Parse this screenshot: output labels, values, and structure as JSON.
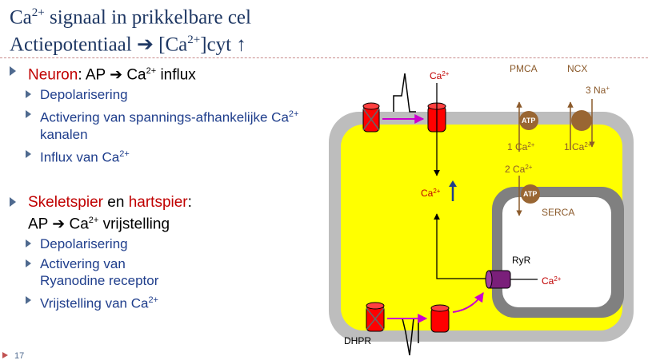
{
  "title": {
    "line1_prefix": "Ca",
    "line1_sup": "2+",
    "line1_suffix": " signaal in prikkelbare cel",
    "line2_prefix": "Actiepotentiaal ",
    "line2_arrow": "➔",
    "line2_mid": " [Ca",
    "line2_sup": "2+",
    "line2_suffix": "]cyt ↑"
  },
  "neuron": {
    "head": "Neuron",
    "colon_ap": ": AP ",
    "arrow": "➔",
    "ca": " Ca",
    "sup": "2+",
    "rest": " influx",
    "items": {
      "i0": "Depolarisering",
      "i1_text": "Activering van spannings-afhankelijke Ca",
      "i1_sup": "2+",
      "i1_rest": " kanalen",
      "i2_text": "Influx van Ca",
      "i2_sup": "2+"
    }
  },
  "muscle": {
    "head1": "Skeletspier",
    "and": " en ",
    "head2": "hartspier",
    "colon": ":",
    "ap": "AP ",
    "arrow": "➔",
    "ca": " Ca",
    "sup": "2+",
    "rest": " vrijstelling",
    "items": {
      "i0": "Depolarisering",
      "i1_a": "Activering van",
      "i1_b": "Ryanodine receptor",
      "i2_text": "Vrijstelling van Ca",
      "i2_sup": "2+"
    }
  },
  "diagram": {
    "ca_top": "Ca",
    "ca_top_sup": "2+",
    "ca_mid": "Ca",
    "ca_mid_sup": "2+",
    "ca_ryr": "Ca",
    "ca_ryr_sup": "2+",
    "pmca": "PMCA",
    "ncx": "NCX",
    "na": "3 Na",
    "na_sup": "+",
    "atp1": "ATP",
    "atp2": "ATP",
    "pmca_ca": "1 Ca",
    "pmca_ca_sup": "2+",
    "ncx_ca": "1 Ca",
    "ncx_ca_sup": "2+",
    "serca_ca": "2 Ca",
    "serca_ca_sup": "2+",
    "serca": "SERCA",
    "ryr": "RyR",
    "dhpr": "DHPR"
  },
  "slide_number": "17",
  "colors": {
    "cytoplasm": "#ffff00",
    "membrane": "#bfbfbf",
    "sr_membrane": "#808080",
    "channel": "#ff0000",
    "ryr": "#7a1f7a",
    "pump": "#996633",
    "arrow_magenta": "#cc00cc"
  }
}
